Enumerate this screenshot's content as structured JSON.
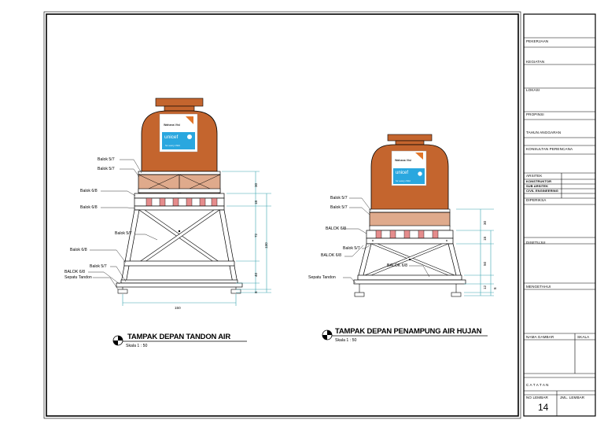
{
  "titleblock": {
    "fields": [
      "PEKERJAAN",
      "KEGIATAN",
      "LOKASI",
      "PROPINSI",
      "TAHUN ANGGARAN",
      "KONSULTAN PERENCANA",
      "ARSITEK",
      "KONSTRUKTOR",
      "SUB ARSITEK",
      "CIVIL ENGINEERING",
      "DIPERIKSA",
      "DISETUJUI",
      "MENGETAHUI"
    ],
    "drawing_name": "NAMA GAMBAR",
    "scale_label": "SKALA",
    "notes_label": "C A T A T A N",
    "sheet_no_label": "NO LEMBAR",
    "total_sheets_label": "JML. LEMBAR",
    "sheet_no": "14"
  },
  "logos": {
    "worldvision": "Wahana Visi",
    "unicef": "unicef",
    "unicef_tagline": "for every child"
  },
  "left_view": {
    "title": "TAMPAK DEPAN TANDON AIR",
    "scale": "Skala 1 : 50",
    "labels": [
      "Balok 5/7",
      "Balok 5/7",
      "Balok 6/8",
      "Balok 6/8",
      "Balok 5/7",
      "Balok 6/8",
      "Balok 5/7",
      "BALOK 6/8",
      "Sepatu Tandon"
    ],
    "dims_v": [
      "30",
      "18",
      "72",
      "40",
      "8"
    ],
    "dim_total": "130",
    "dim_h": "150"
  },
  "right_view": {
    "title": "TAMPAK DEPAN PENAMPUNG AIR HUJAN",
    "scale": "Skala 1 : 50",
    "labels": [
      "Balok 5/7",
      "Balok 5/7",
      "BALOK 6/8",
      "Balok 5/7",
      "BALOK 6/8",
      "BALOK 6/8",
      "Sepatu Tandon"
    ],
    "dims_v": [
      "30",
      "18",
      "50",
      "12",
      "8"
    ]
  },
  "colors": {
    "tank": "#c4652e",
    "tank_dark": "#8c3f14",
    "pink": "#e58c8c",
    "dim": "#3aa6b0"
  }
}
